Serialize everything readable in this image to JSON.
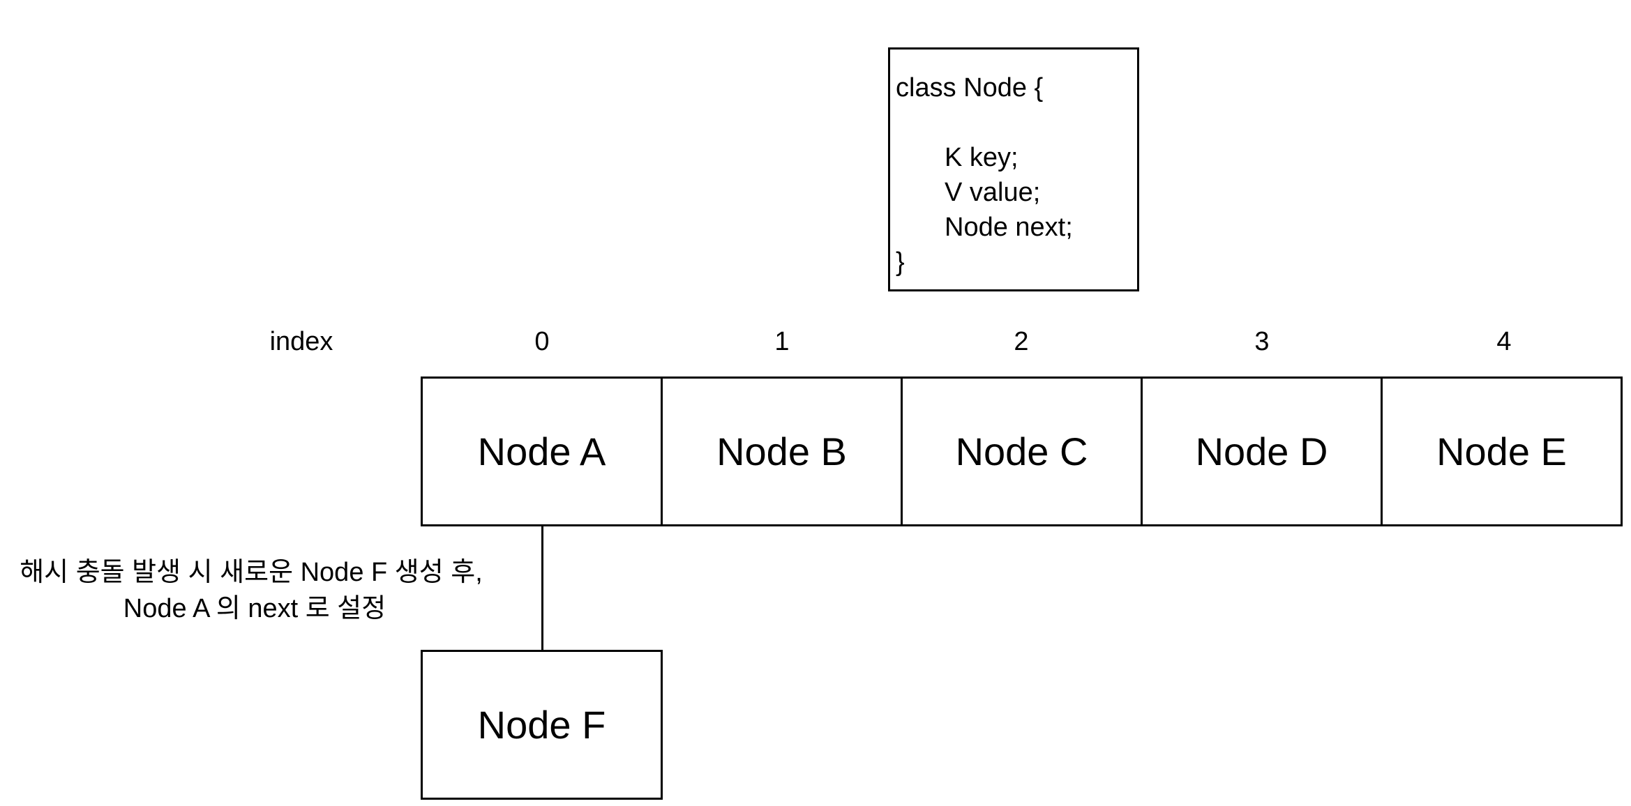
{
  "class_box": {
    "lines": [
      "class Node {",
      "K key;",
      "V value;",
      "Node next;",
      "}"
    ]
  },
  "index_label": "index",
  "indices": [
    "0",
    "1",
    "2",
    "3",
    "4"
  ],
  "nodes": [
    "Node A",
    "Node B",
    "Node C",
    "Node D",
    "Node E"
  ],
  "chained_node": "Node F",
  "note": {
    "line1": "해시 충돌 발생 시 새로운 Node F 생성 후,",
    "line2": "Node A 의 next 로 설정"
  }
}
